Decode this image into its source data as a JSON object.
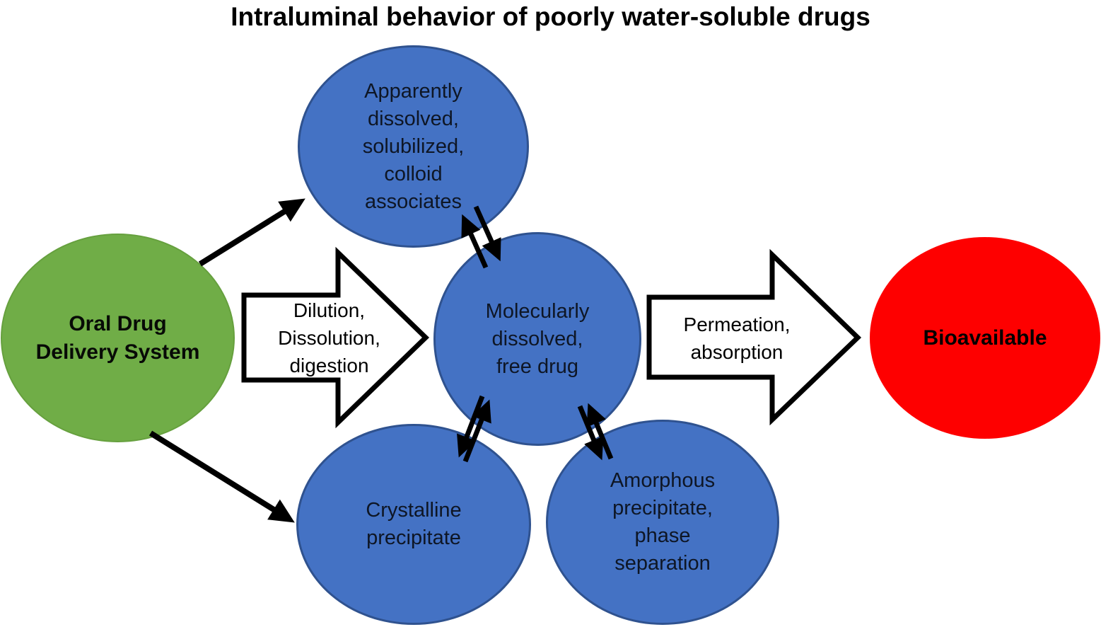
{
  "title": "Intraluminal behavior of poorly water-soluble drugs",
  "nodes": {
    "oral_drug_delivery_system": {
      "label": "Oral Drug\nDelivery System",
      "color": "#70AD47"
    },
    "apparently_dissolved": {
      "label": "Apparently\ndissolved,\nsolubilized,\ncolloid\nassociates",
      "color": "#4472C4"
    },
    "molecularly_dissolved": {
      "label": "Molecularly\ndissolved,\nfree drug",
      "color": "#4472C4"
    },
    "crystalline_precipitate": {
      "label": "Crystalline\nprecipitate",
      "color": "#4472C4"
    },
    "amorphous_precipitate": {
      "label": "Amorphous\nprecipitate,\nphase\nseparation",
      "color": "#4472C4"
    },
    "bioavailable": {
      "label": "Bioavailable",
      "color": "#FE0000"
    }
  },
  "process_arrows": {
    "dilution": {
      "label": "Dilution,\nDissolution,\ndigestion"
    },
    "permeation": {
      "label": "Permeation,\nabsorption"
    }
  },
  "colors": {
    "blue_fill": "#4472C4",
    "blue_border": "#2F528F",
    "green_fill": "#70AD47",
    "red_fill": "#FE0000",
    "arrow_stroke": "#000000",
    "block_arrow_fill": "#FFFFFF",
    "background": "#FFFFFF"
  }
}
